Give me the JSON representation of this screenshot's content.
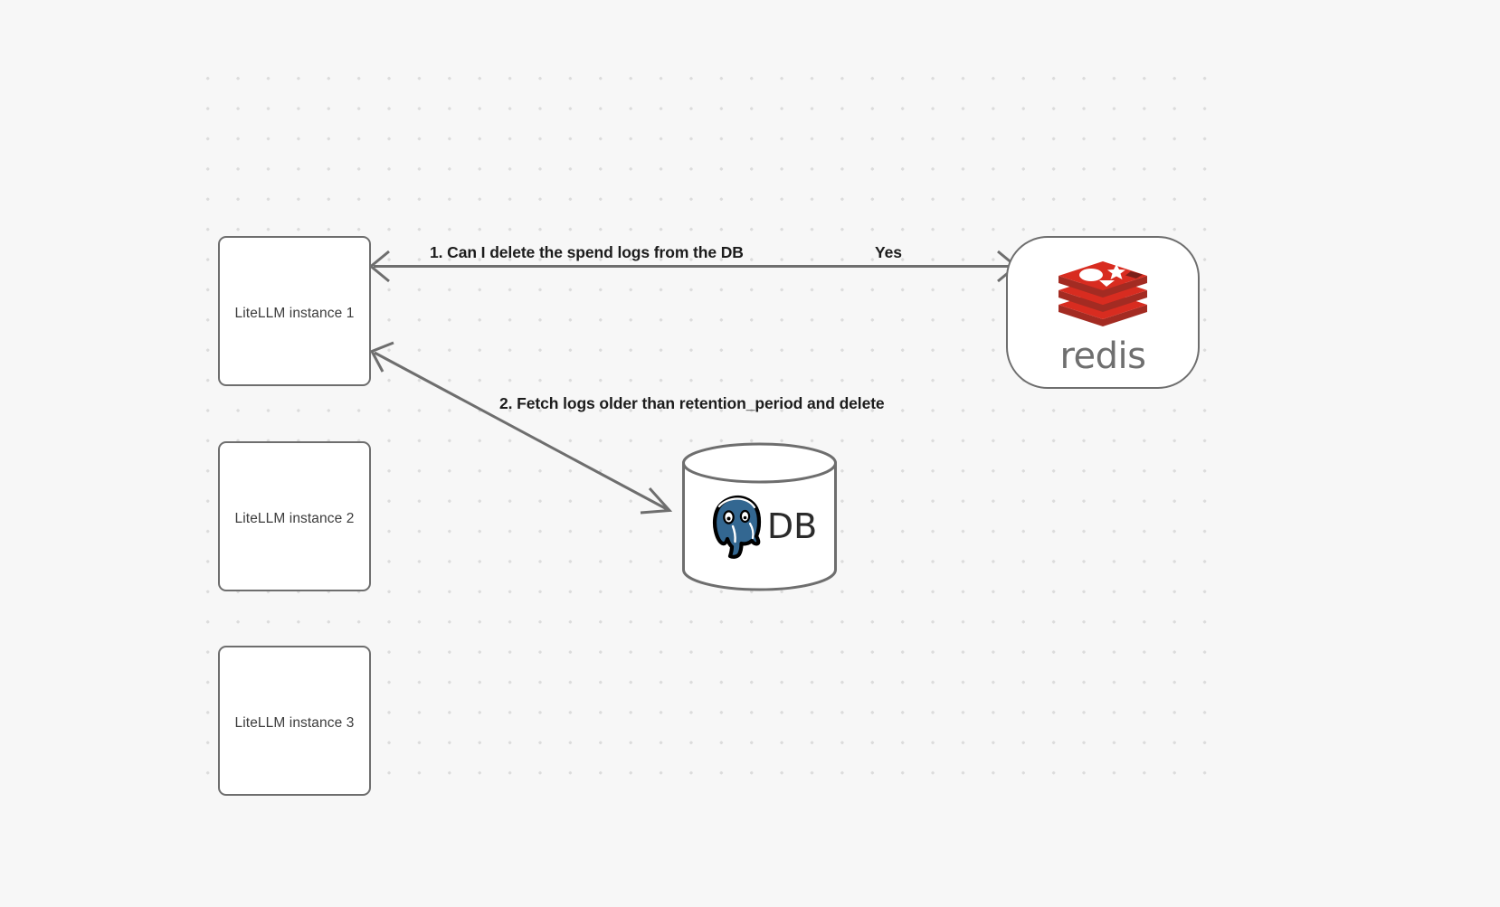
{
  "canvas": {
    "background_color": "#f7f7f7",
    "grid": "dot-grid"
  },
  "nodes": {
    "instances": [
      {
        "id": "litellm-instance-1",
        "label": "LiteLLM instance 1"
      },
      {
        "id": "litellm-instance-2",
        "label": "LiteLLM instance 2"
      },
      {
        "id": "litellm-instance-3",
        "label": "LiteLLM instance 3"
      }
    ],
    "redis": {
      "id": "redis-node",
      "wordmark": "redis",
      "logo_name": "redis-logo",
      "brand_color": "#d82c20",
      "brand_color_dark": "#a32b22",
      "wordmark_color": "#6f6f6f"
    },
    "database": {
      "id": "postgres-db-node",
      "label": "DB",
      "logo_name": "postgresql-elephant-logo",
      "brand_color": "#336791",
      "shape": "cylinder"
    }
  },
  "edges": [
    {
      "id": "edge-instance1-redis",
      "from": "litellm-instance-1",
      "to": "redis-node",
      "direction": "bidirectional",
      "labels": [
        {
          "id": "edge-label-1",
          "text": "1.  Can I delete the spend logs from the DB"
        },
        {
          "id": "edge-label-yes",
          "text": "Yes"
        }
      ]
    },
    {
      "id": "edge-instance1-db",
      "from": "litellm-instance-1",
      "to": "postgres-db-node",
      "direction": "bidirectional",
      "labels": [
        {
          "id": "edge-label-2",
          "text": "2.  Fetch logs older than retention_period and delete"
        }
      ]
    }
  ],
  "colors": {
    "node_border": "#6e6e6e",
    "node_fill": "#ffffff",
    "edge_stroke": "#6e6e6e",
    "label_text": "#1c1c1c",
    "node_text": "#3c3c3c",
    "grid_dot": "#dcdcdc"
  }
}
